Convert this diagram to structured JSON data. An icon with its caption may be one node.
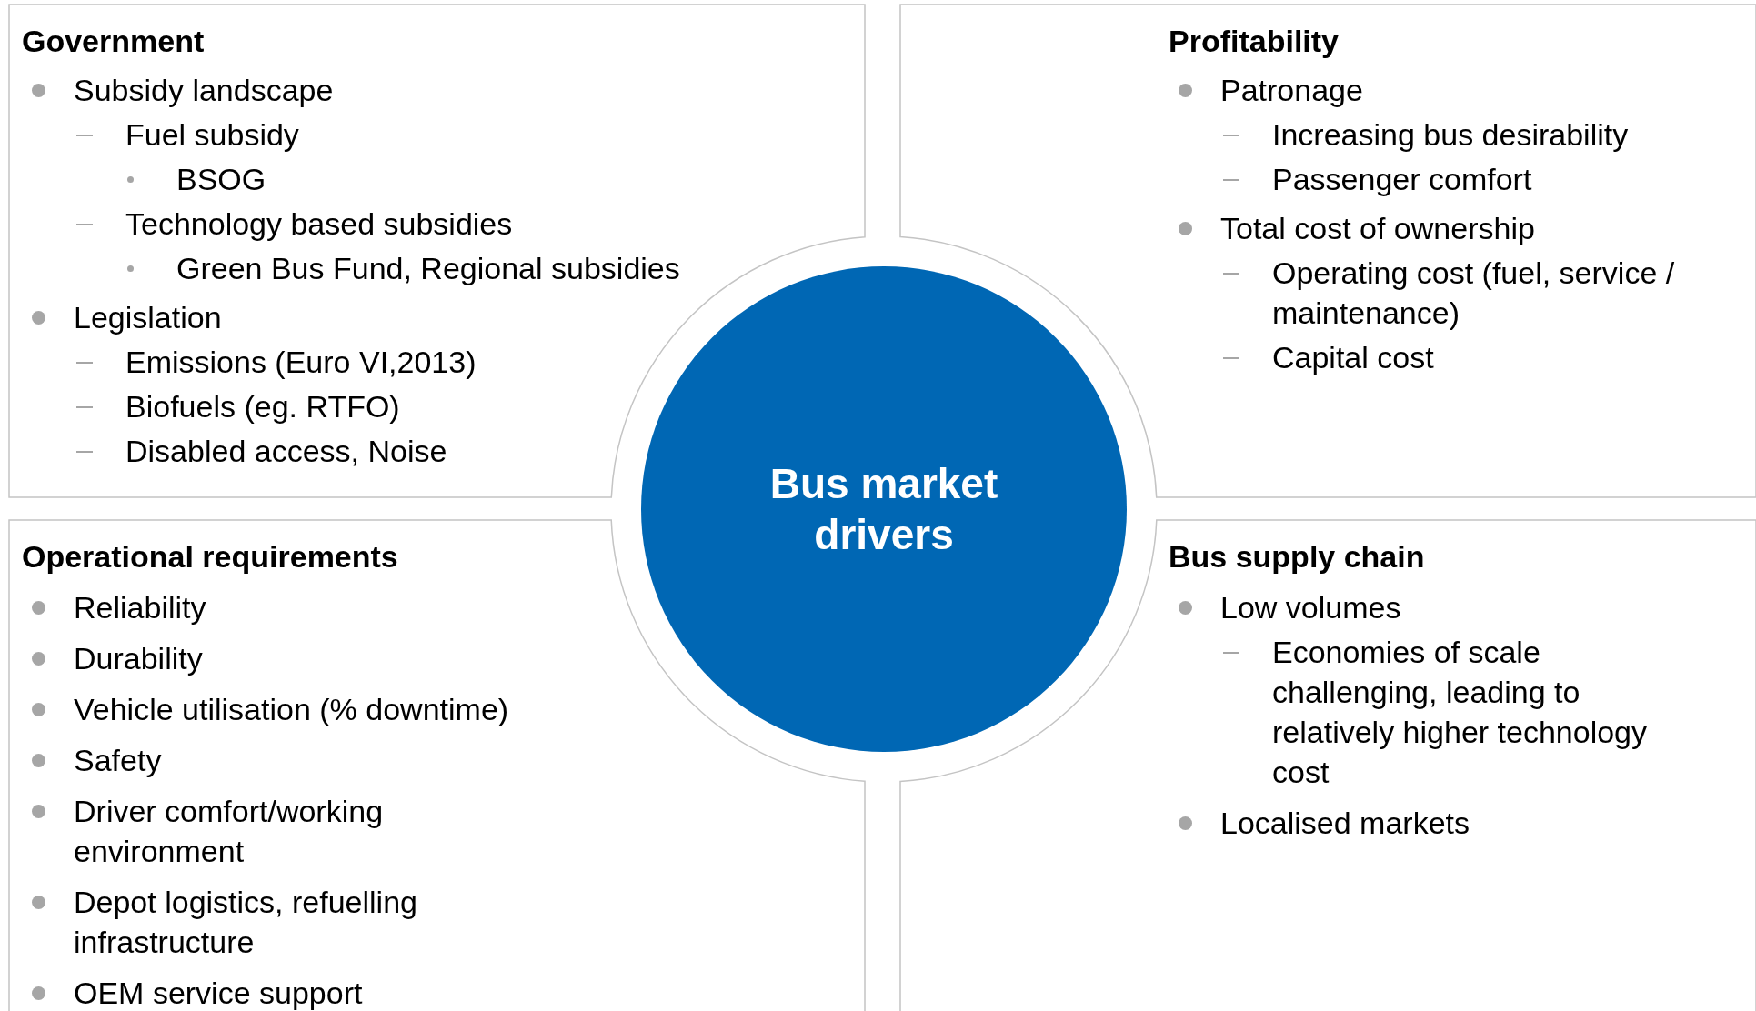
{
  "diagram": {
    "nodes": [
      {
        "text": [
          "Government",
          "Subsidy landscape",
          "Fuel subsidy",
          "BSOG",
          "Technology based subsidies",
          "Green Bus Fund, Regional subsidies",
          "Legislation",
          "Emissions (Euro VI,2013)",
          "Biofuels (eg. RTFO)",
          "Disabled access, Noise"
        ]
      },
      {
        "text": [
          "Profitability",
          "Patronage",
          "Increasing bus desirability",
          "Passenger comfort",
          "Total cost of ownership",
          "Operating cost  (fuel, service / maintenance)",
          "Capital cost"
        ]
      },
      {
        "text": [
          "Bus market drivers"
        ]
      },
      {
        "text": [
          "Operational requirements",
          "Reliability",
          "Durability",
          "Vehicle utilisation (% downtime)",
          "Safety",
          "Driver comfort/working environment",
          "Depot logistics, refuelling infrastructure",
          "OEM service support"
        ]
      },
      {
        "text": [
          "Bus supply chain",
          "Low volumes",
          "Economies of scale challenging, leading to relatively higher technology cost",
          "Localised markets"
        ]
      }
    ],
    "edges": []
  }
}
